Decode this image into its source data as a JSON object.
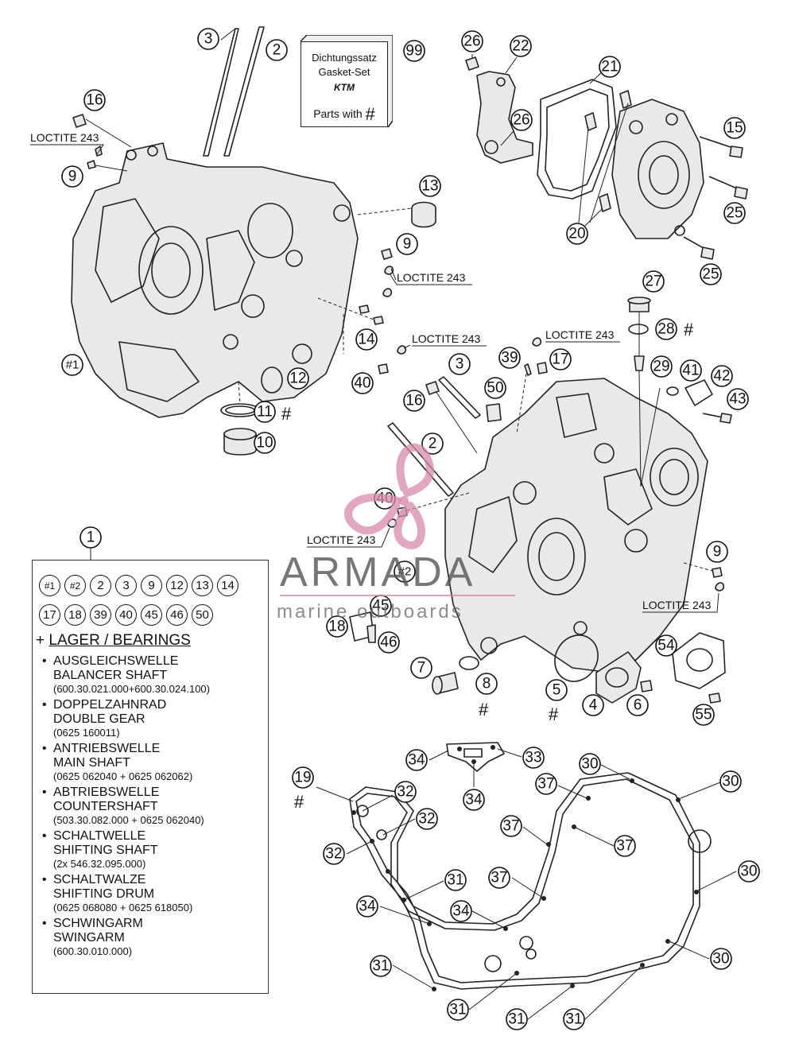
{
  "gasket_kit": {
    "line1": "Dichtungssatz",
    "line2": "Gasket-Set",
    "brand": "KTM",
    "line3": "Parts with",
    "hash": "#",
    "ref": "99"
  },
  "loctite": "LOCTITE 243",
  "callouts": {
    "c3a": "3",
    "c2a": "2",
    "c16a": "16",
    "c9a": "9",
    "c13": "13",
    "c9b": "9",
    "c14": "14",
    "c40a": "40",
    "c12": "12",
    "c11": "11",
    "c10": "10",
    "c1a": "#1",
    "c26a": "26",
    "c22": "22",
    "c21": "21",
    "c26b": "26",
    "c15": "15",
    "c25a": "25",
    "c20": "20",
    "c25b": "25",
    "c27": "27",
    "c28": "28",
    "c29": "29",
    "c41": "41",
    "c42": "42",
    "c43": "43",
    "c39": "39",
    "c17": "17",
    "c3b": "3",
    "c50": "50",
    "c16b": "16",
    "c2b": "2",
    "c40b": "40",
    "c9c": "9",
    "c2c": "#2",
    "c45": "45",
    "c18": "18",
    "c46": "46",
    "c7": "7",
    "c8": "8",
    "c5": "5",
    "c4": "4",
    "c6": "6",
    "c54": "54",
    "c55": "55",
    "c1legend": "1",
    "c19": "19",
    "c34a": "34",
    "c33": "33",
    "c34b": "34",
    "c30a": "30",
    "c30b": "30",
    "c37a": "37",
    "c32a": "32",
    "c32b": "32",
    "c37b": "37",
    "c37c": "37",
    "c32c": "32",
    "c30c": "30",
    "c31a": "31",
    "c37d": "37",
    "c34c": "34",
    "c34d": "34",
    "c30d": "30",
    "c31b": "31",
    "c31c": "31",
    "c31d": "31",
    "c31e": "31"
  },
  "hash_mark": "#",
  "legend": {
    "refs_row1": [
      "#1",
      "#2",
      "2",
      "3",
      "9",
      "12",
      "13",
      "14"
    ],
    "refs_row2": [
      "17",
      "18",
      "39",
      "40",
      "45",
      "46",
      "50"
    ],
    "bearings_prefix": "+",
    "bearings_title": "LAGER / BEARINGS",
    "items": [
      {
        "de": "AUSGLEICHSWELLE",
        "en": "BALANCER SHAFT",
        "no": "(600.30.021.000+600.30.024.100)"
      },
      {
        "de": "DOPPELZAHNRAD",
        "en": "DOUBLE GEAR",
        "no": "(0625 160011)"
      },
      {
        "de": "ANTRIEBSWELLE",
        "en": "MAIN SHAFT",
        "no": "(0625 062040 + 0625 062062)"
      },
      {
        "de": "ABTRIEBSWELLE",
        "en": "COUNTERSHAFT",
        "no": "(503.30.082.000 + 0625 062040)"
      },
      {
        "de": "SCHALTWELLE",
        "en": "SHIFTING SHAFT",
        "no": "(2x 546.32.095.000)"
      },
      {
        "de": "SCHALTWALZE",
        "en": "SHIFTING DRUM",
        "no": "(0625 068080 + 0625 618050)"
      },
      {
        "de": "SCHWINGARM",
        "en": "SWINGARM",
        "no": "(600.30.010.000)"
      }
    ]
  },
  "watermark": {
    "title": "ARMADA",
    "subtitle": "marine outboards",
    "color": "#d78aac"
  }
}
